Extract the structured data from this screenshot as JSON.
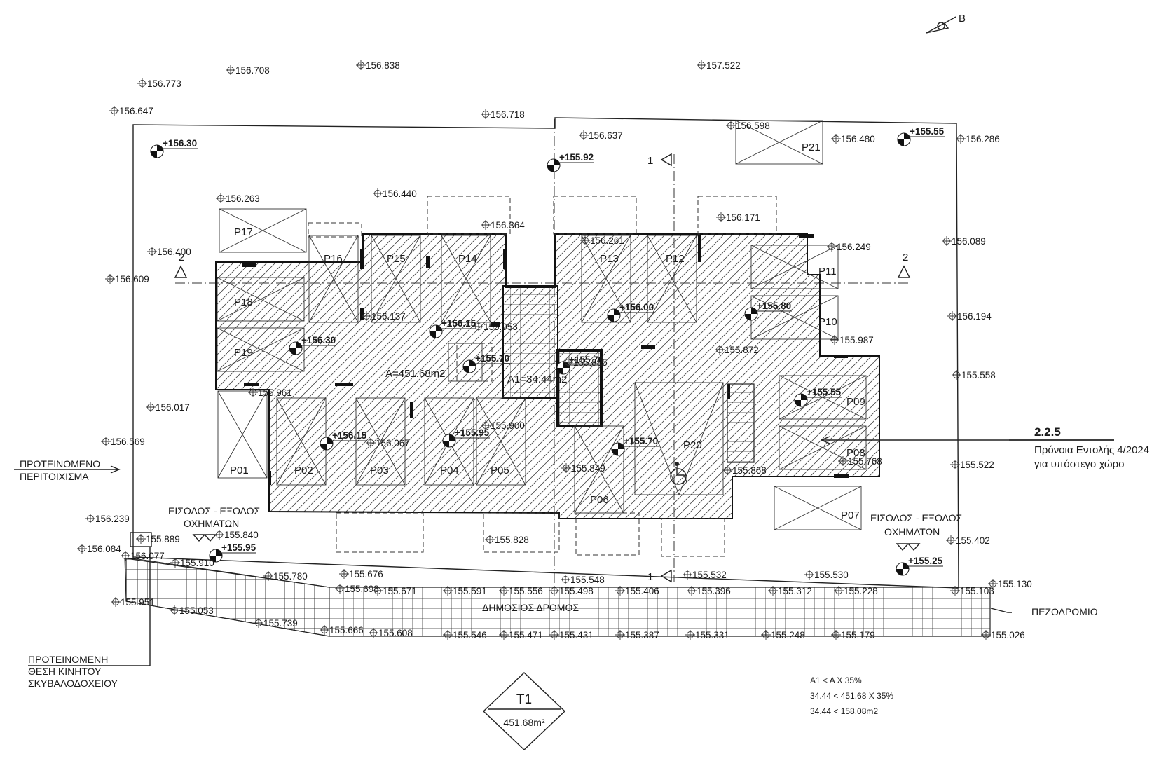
{
  "north": {
    "label": "B"
  },
  "total_area": {
    "code": "T1",
    "value": "451.68m²"
  },
  "area_labels": {
    "main": "A=451.68m2",
    "sub": "A1=34.44m2"
  },
  "section_marks": {
    "s1": "1",
    "s2": "2"
  },
  "spot_levels": [
    "+156.30",
    "+155.92",
    "+155.55",
    "+156.15",
    "+156.30",
    "+156.00",
    "+155.80",
    "+155.70",
    "+155.70",
    "+155.55",
    "+156.15",
    "+155.95",
    "+155.70",
    "+155.95",
    "+155.25"
  ],
  "levels": [
    "156.773",
    "156.708",
    "156.838",
    "157.522",
    "156.647",
    "156.718",
    "156.637",
    "156.598",
    "156.480",
    "156.286",
    "156.440",
    "156.263",
    "156.364",
    "156.171",
    "156.261",
    "156.249",
    "156.089",
    "156.400",
    "156.609",
    "156.137",
    "155.953",
    "156.194",
    "155.987",
    "155.872",
    "155.885",
    "155.961",
    "155.558",
    "156.017",
    "155.900",
    "156.067",
    "156.569",
    "155.849",
    "155.768",
    "155.868",
    "155.522",
    "156.239",
    "155.889",
    "155.840",
    "155.828",
    "155.402",
    "156.084",
    "156.077",
    "155.910",
    "155.780",
    "155.676",
    "155.548",
    "155.532",
    "155.530",
    "155.130",
    "155.698",
    "155.671",
    "155.591",
    "155.556",
    "155.498",
    "155.406",
    "155.396",
    "155.312",
    "155.228",
    "155.103",
    "155.951",
    "155.053",
    "155.739",
    "155.666",
    "155.608",
    "155.546",
    "155.471",
    "155.431",
    "155.387",
    "155.331",
    "155.248",
    "155.179",
    "155.026"
  ],
  "parking": [
    "P01",
    "P02",
    "P03",
    "P04",
    "P05",
    "P06",
    "P07",
    "P08",
    "P09",
    "P10",
    "P11",
    "P12",
    "P13",
    "P14",
    "P15",
    "P16",
    "P17",
    "P18",
    "P19",
    "P20",
    "P21"
  ],
  "labels": {
    "entry_left_1": "ΕΙΣΟΔΟΣ - ΕΞΟΔΟΣ",
    "entry_left_2": "ΟΧΗΜΑΤΩΝ",
    "entry_right_1": "ΕΙΣΟΔΟΣ - ΕΞΟΔΟΣ",
    "entry_right_2": "ΟΧΗΜΑΤΩΝ",
    "enclosure_1": "ΠΡΟΤΕΙΝΟΜΕΝΟ",
    "enclosure_2": "ΠΕΡΙΤΟΙΧΙΣΜΑ",
    "road": "ΔΗΜΟΣΙΟΣ ΔΡΟΜΟΣ",
    "sidewalk": "ΠΕΖΟΔΡΟΜΙΟ",
    "bin_1": "ΠΡΟΤΕΙΝΟΜΕΝΗ",
    "bin_2": "ΘΕΣΗ ΚΙΝΗΤΟΥ",
    "bin_3": "ΣΚΥΒΑΛΟΔΟΧΕΙΟΥ"
  },
  "note": {
    "number": "2.2.5",
    "line1": "Πρόνοια Εντολής 4/2024",
    "line2": "για υπόστεγο χώρο"
  },
  "calc": {
    "line1": "A1  <  A X 35%",
    "line2": "34.44  <  451.68 X 35%",
    "line3": "34.44  <  158.08m2"
  }
}
